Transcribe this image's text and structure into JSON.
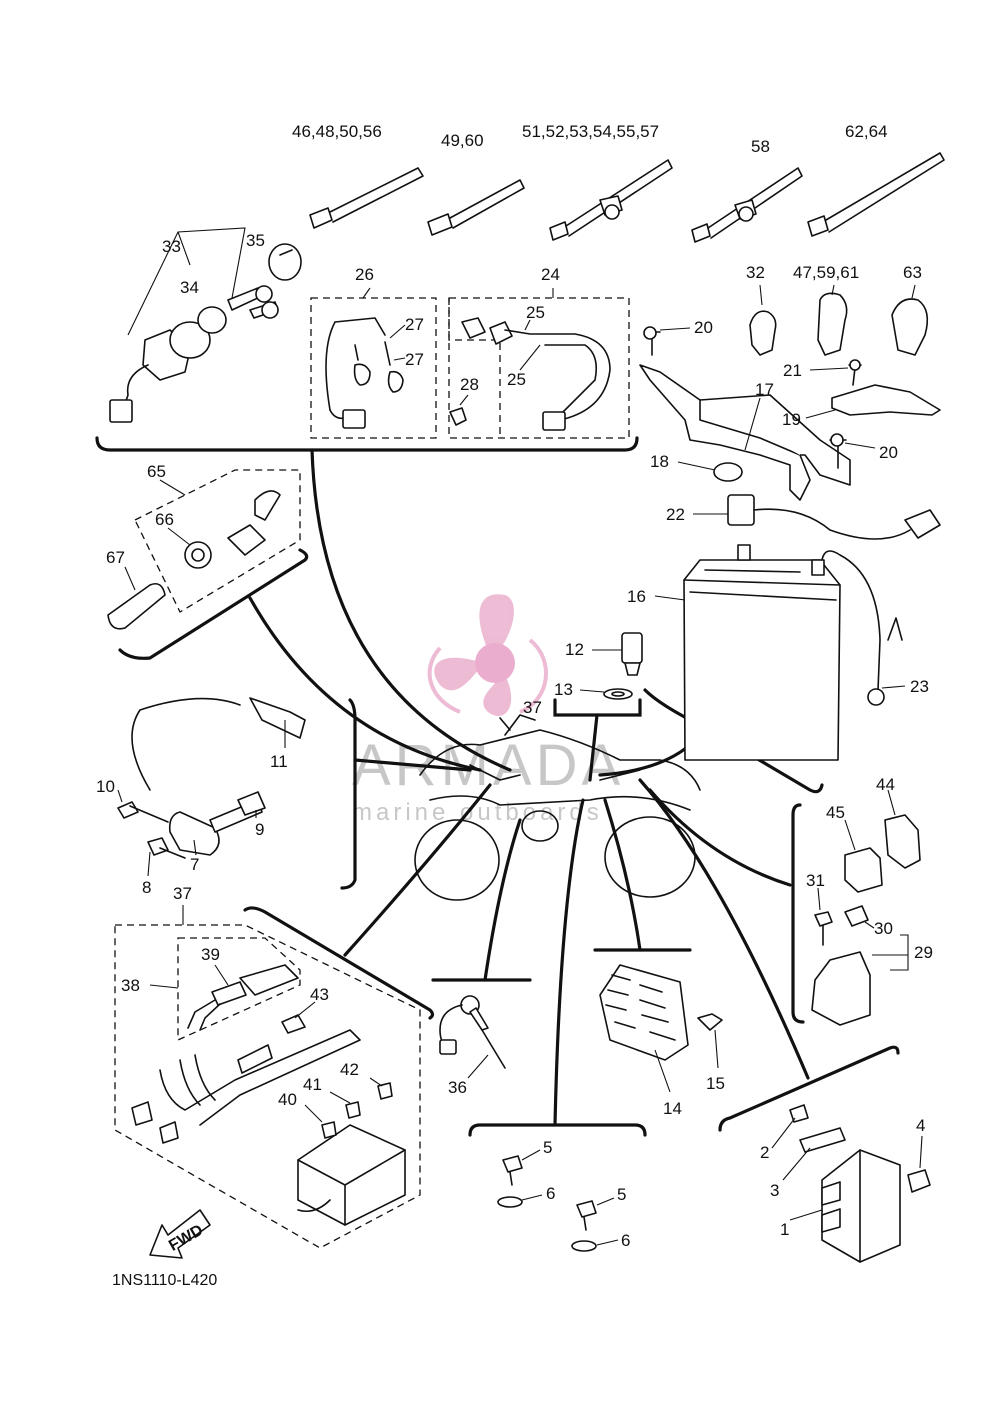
{
  "diagram_code": "1NS1110-L420",
  "watermark": {
    "brand": "ARMADA",
    "tagline": "marine outboards",
    "brand_color": "#e8a5c6"
  },
  "fwd_label": "FWD",
  "labels": {
    "p1": "1",
    "p2": "2",
    "p3": "3",
    "p4": "4",
    "p5a": "5",
    "p5b": "5",
    "p6a": "6",
    "p6b": "6",
    "p7": "7",
    "p8": "8",
    "p9": "9",
    "p10": "10",
    "p11": "11",
    "p12": "12",
    "p13": "13",
    "p14": "14",
    "p15": "15",
    "p16": "16",
    "p17": "17",
    "p18": "18",
    "p19": "19",
    "p20a": "20",
    "p20b": "20",
    "p21": "21",
    "p22": "22",
    "p23": "23",
    "p24": "24",
    "p25a": "25",
    "p25b": "25",
    "p26": "26",
    "p27a": "27",
    "p27b": "27",
    "p28": "28",
    "p29": "29",
    "p30": "30",
    "p31": "31",
    "p32": "32",
    "p33": "33",
    "p34": "34",
    "p35": "35",
    "p36": "36",
    "p37a": "37",
    "p37b": "37",
    "p38": "38",
    "p39": "39",
    "p40": "40",
    "p41": "41",
    "p42": "42",
    "p43": "43",
    "p44": "44",
    "p45": "45",
    "p47": "47,59,61",
    "p46": "46,48,50,56",
    "p49": "49,60",
    "p51": "51,52,53,54,55,57",
    "p58": "58",
    "p62": "62,64",
    "p63": "63",
    "p65": "65",
    "p66": "66",
    "p67": "67"
  }
}
